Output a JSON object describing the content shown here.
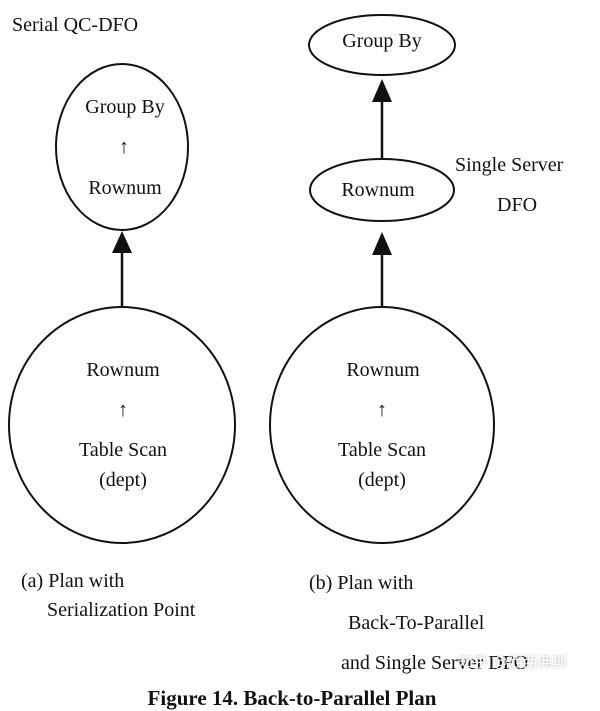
{
  "left_panel": {
    "heading": "Serial QC-DFO",
    "top_node": {
      "line1": "Group By",
      "arrow": "↑",
      "line2": "Rownum"
    },
    "bottom_node": {
      "line1": "Rownum",
      "arrow": "↑",
      "line2": "Table Scan",
      "line3": "(dept)"
    },
    "caption_line1": "(a) Plan with",
    "caption_line2": "Serialization Point"
  },
  "right_panel": {
    "top_node": {
      "label": "Group By"
    },
    "middle_node": {
      "label": "Rownum"
    },
    "middle_annotation_line1": "Single Server",
    "middle_annotation_line2": "DFO",
    "bottom_node": {
      "line1": "Rownum",
      "arrow": "↑",
      "line2": "Table Scan",
      "line3": "(dept)"
    },
    "caption_line1": "(b) Plan with",
    "caption_line2": "Back-To-Parallel",
    "caption_line3": "and Single Server DFO"
  },
  "figure_caption": "Figure 14. Back-to-Parallel Plan",
  "watermark": "知乎 @西西弗斯"
}
